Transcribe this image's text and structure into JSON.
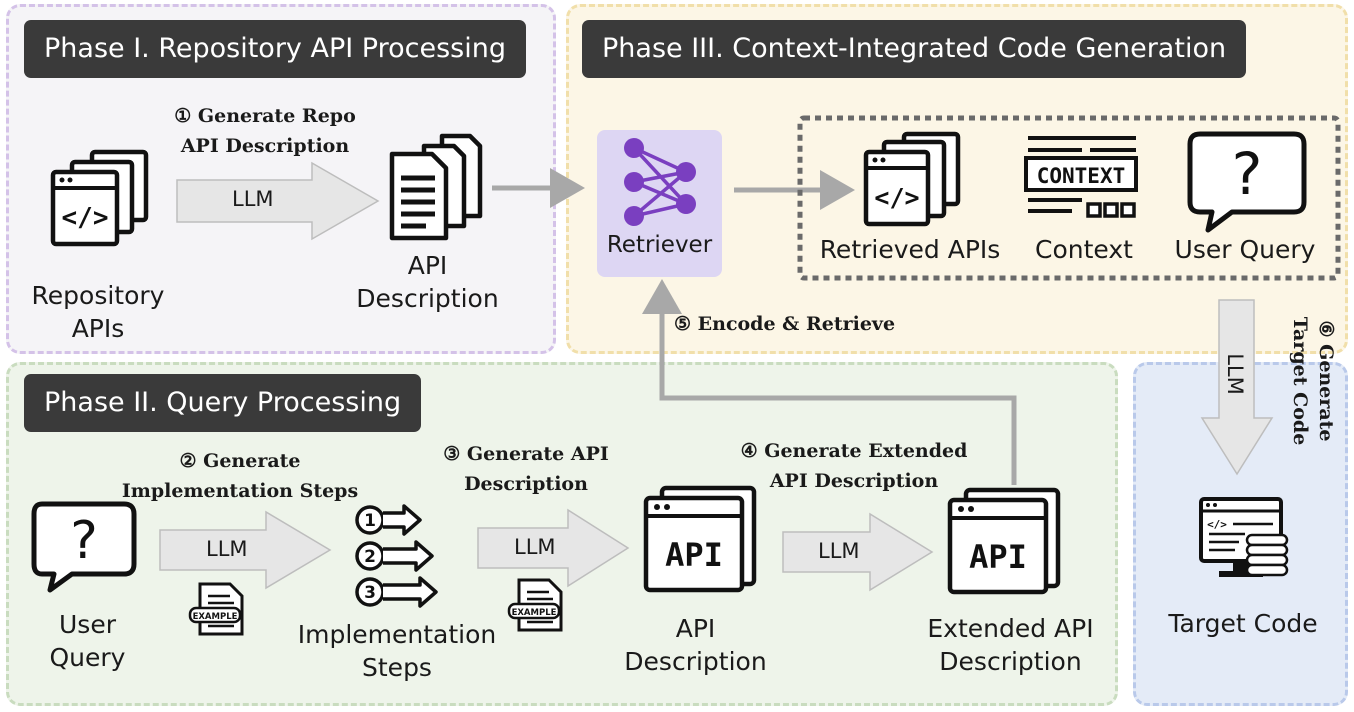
{
  "phases": {
    "phase1": "Phase I. Repository API Processing",
    "phase2": "Phase II. Query Processing",
    "phase3": "Phase III. Context-Integrated Code Generation"
  },
  "steps": {
    "s1_line1": "① Generate Repo",
    "s1_line2": "API Description",
    "s2_line1": "② Generate",
    "s2_line2": "Implementation Steps",
    "s3_line1": "③ Generate API",
    "s3_line2": "Description",
    "s4_line1": "④ Generate Extended",
    "s4_line2": "API Description",
    "s5": "⑤ Encode & Retrieve",
    "s6_line1": "⑥ Generate",
    "s6_line2": "Target Code"
  },
  "llm_label": "LLM",
  "nodes": {
    "repo_apis": [
      "Repository",
      "APIs"
    ],
    "api_desc_1": [
      "API",
      "Description"
    ],
    "retriever": "Retriever",
    "retrieved_apis": "Retrieved APIs",
    "context": "Context",
    "user_query_3": "User Query",
    "user_query_2": [
      "User",
      "Query"
    ],
    "impl_steps": [
      "Implementation",
      "Steps"
    ],
    "api_desc_2": [
      "API",
      "Description"
    ],
    "ext_api_desc": [
      "Extended API",
      "Description"
    ],
    "target_code": "Target Code"
  },
  "icon_text": {
    "context_icon": "CONTEXT",
    "api_icon": "API",
    "example_tag": "EXAMPLE",
    "question_mark": "?",
    "code_glyph": "</>",
    "numbers": [
      "1",
      "2",
      "3"
    ]
  },
  "colors": {
    "phase1_border": "#d4c2e8",
    "phase1_fill": "#f5f4f7",
    "phase2_border": "#c9dcbf",
    "phase2_fill": "#eef4ea",
    "phase3_border": "#f1dfaa",
    "phase3_fill": "#fcf6e6",
    "target_border": "#b9c9ea",
    "target_fill": "#e4ebf7",
    "retriever_fill": "#ddd6f3",
    "retriever_nodes": "#7a3fc0",
    "title_bg": "#3a3a3a",
    "arrow_fill": "#e6e6e6",
    "connector": "#a8a8a8"
  }
}
